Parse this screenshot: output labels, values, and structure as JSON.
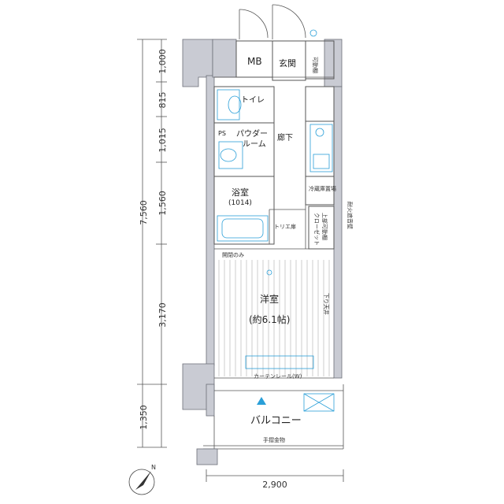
{
  "dimensions_vertical": {
    "total": "7,560",
    "segments": [
      "1,000",
      "815",
      "1,015",
      "1,560",
      "3,170",
      "1,350"
    ]
  },
  "dimension_horizontal": "2,900",
  "rooms": {
    "mb": "MB",
    "genkan": "玄関",
    "toilet": "トイレ",
    "powder_room_1": "パウダー",
    "powder_room_2": "ルーム",
    "ps": "PS",
    "corridor": "廊下",
    "bath_1": "浴室",
    "bath_2": "(1014)",
    "main_room_1": "洋室",
    "main_room_2": "(約6.1帖)",
    "balcony": "バルコニー"
  },
  "labels": {
    "shoes_closet": "可動棚",
    "fridge": "冷蔵庫置場",
    "upper_shelf": "上部可動棚",
    "closet": "クローゼット",
    "tobira": "トリエ扉",
    "hanging_ceiling": "下り天井",
    "curtain_rail": "カーテンレール(W)",
    "fire_wall": "耐火遮音壁",
    "handrail": "手摺金物",
    "no_grid": "開閉のみ"
  },
  "colors": {
    "wall": "#c9cbd3",
    "fixture": "#2a9fd8",
    "floor_lines": "#9a9a9a"
  },
  "icons": {
    "compass": "north-arrow-icon"
  }
}
